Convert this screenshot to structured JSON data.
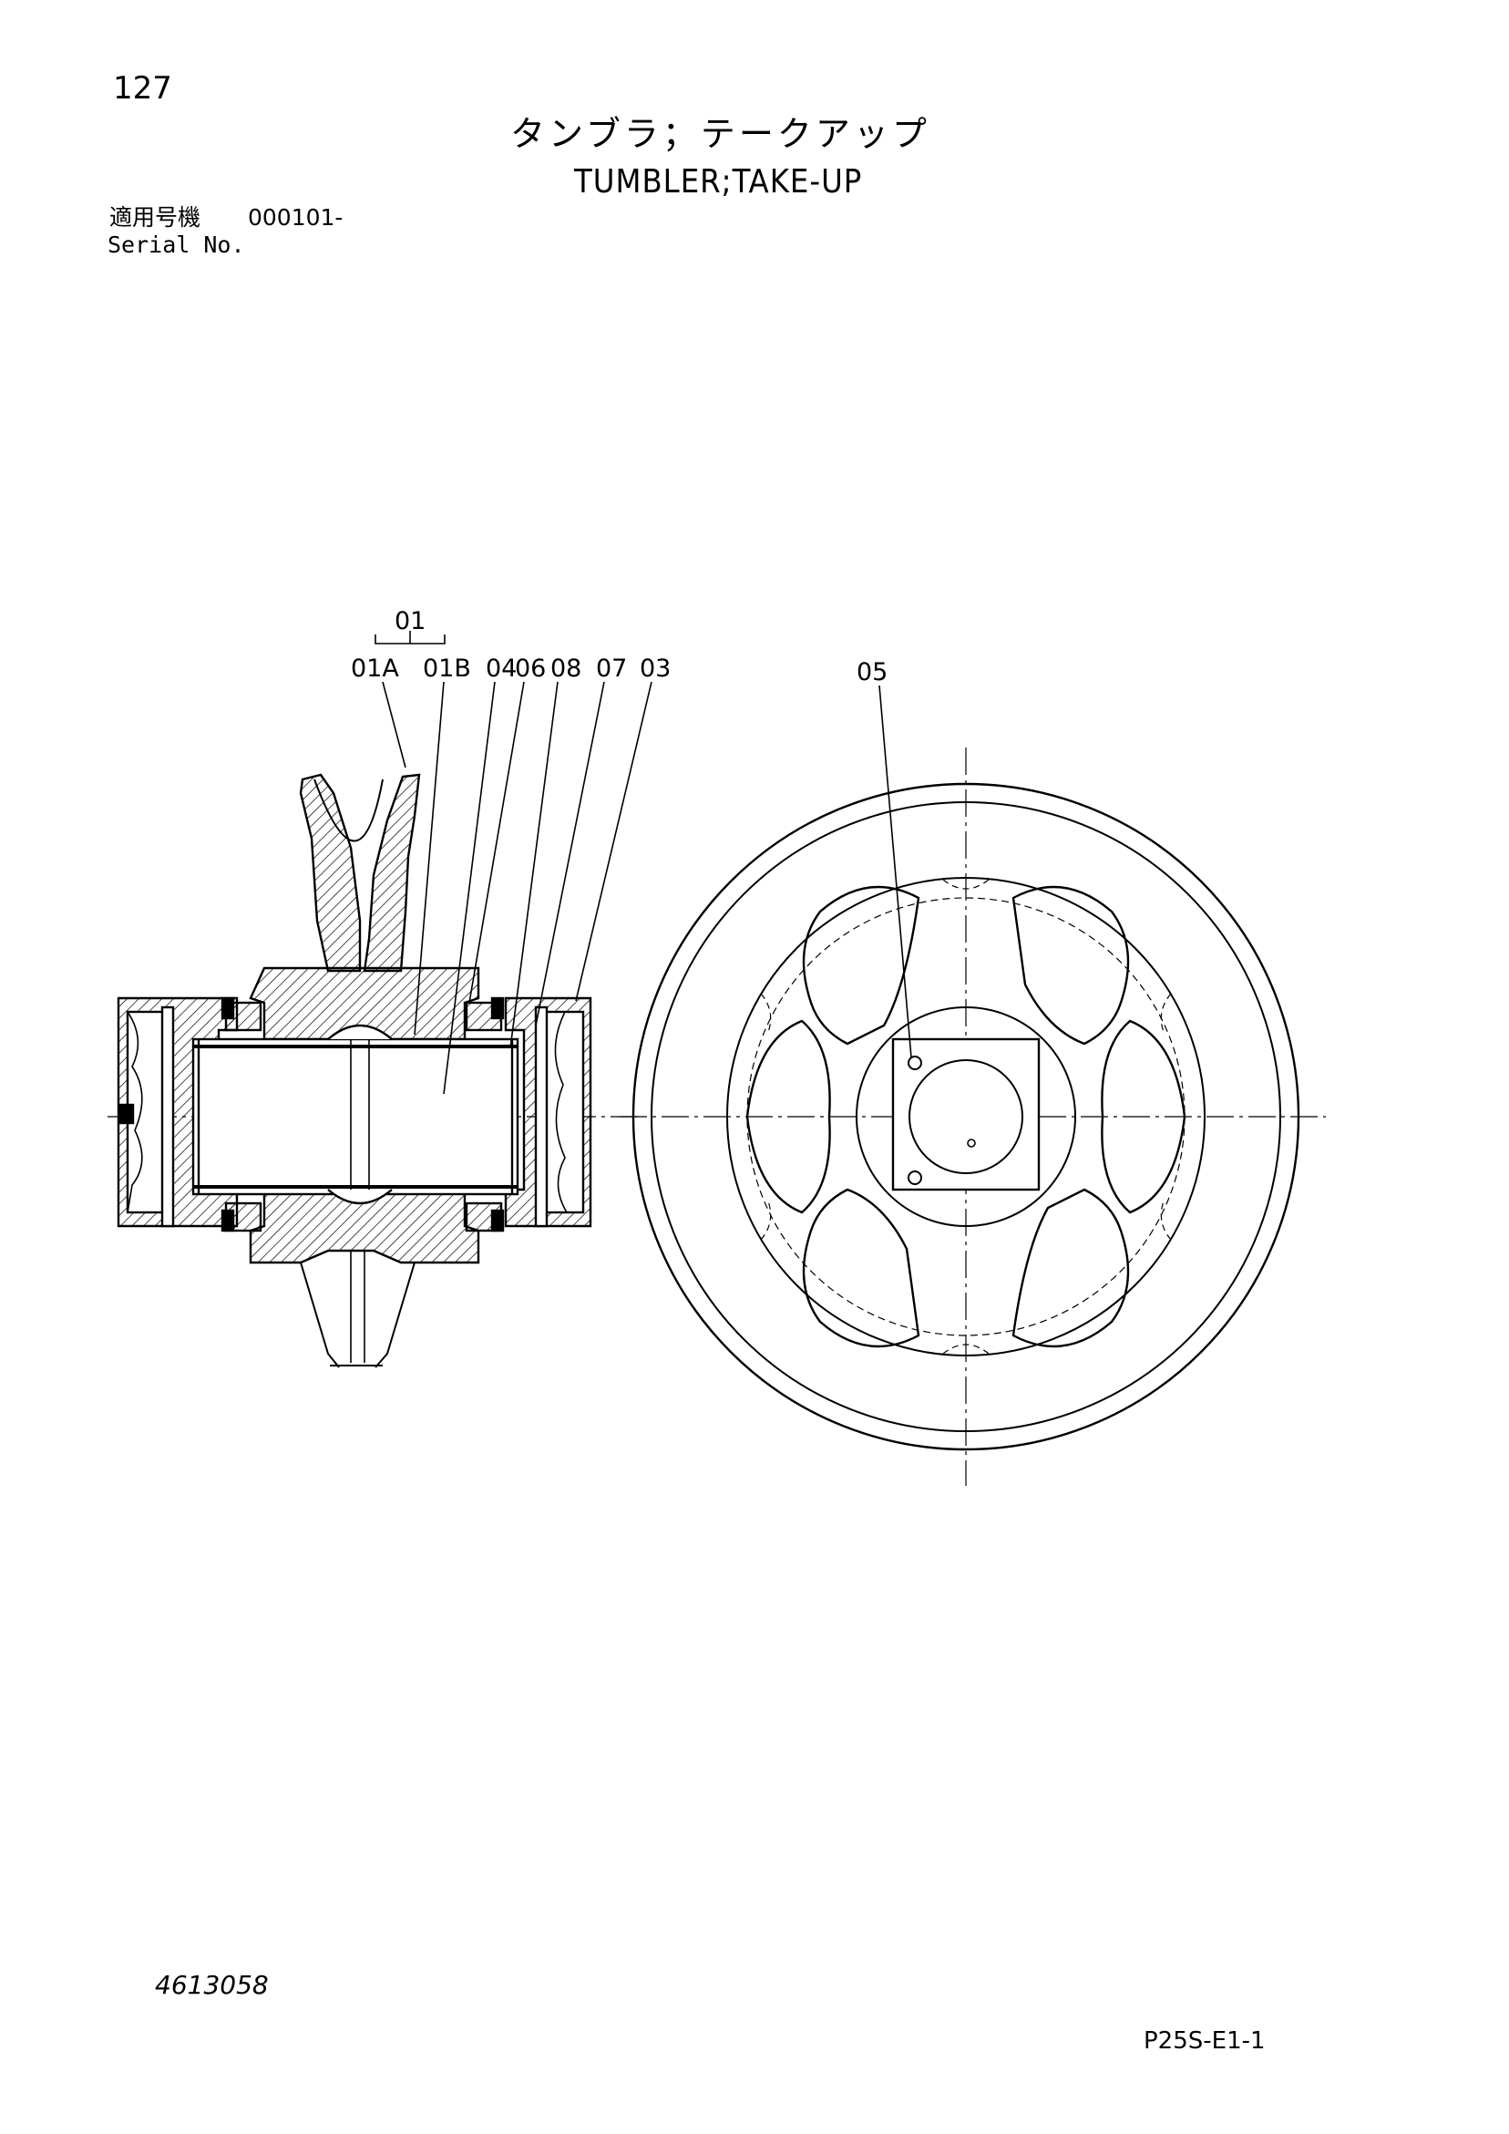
{
  "header": {
    "page_number": "127",
    "title_jp": "タンブラ；テークアップ",
    "title_en": "TUMBLER;TAKE-UP",
    "serial_label_jp": "適用号機",
    "serial_value": "000101-",
    "serial_label_en": "Serial No."
  },
  "callouts": {
    "group": "01",
    "a": "01A",
    "b": "01B",
    "c04": "04",
    "c06": "06",
    "c08": "08",
    "c07": "07",
    "c03": "03",
    "c05": "05"
  },
  "footer": {
    "doc_number": "4613058",
    "drawing_code": "P25S-E1-1"
  }
}
